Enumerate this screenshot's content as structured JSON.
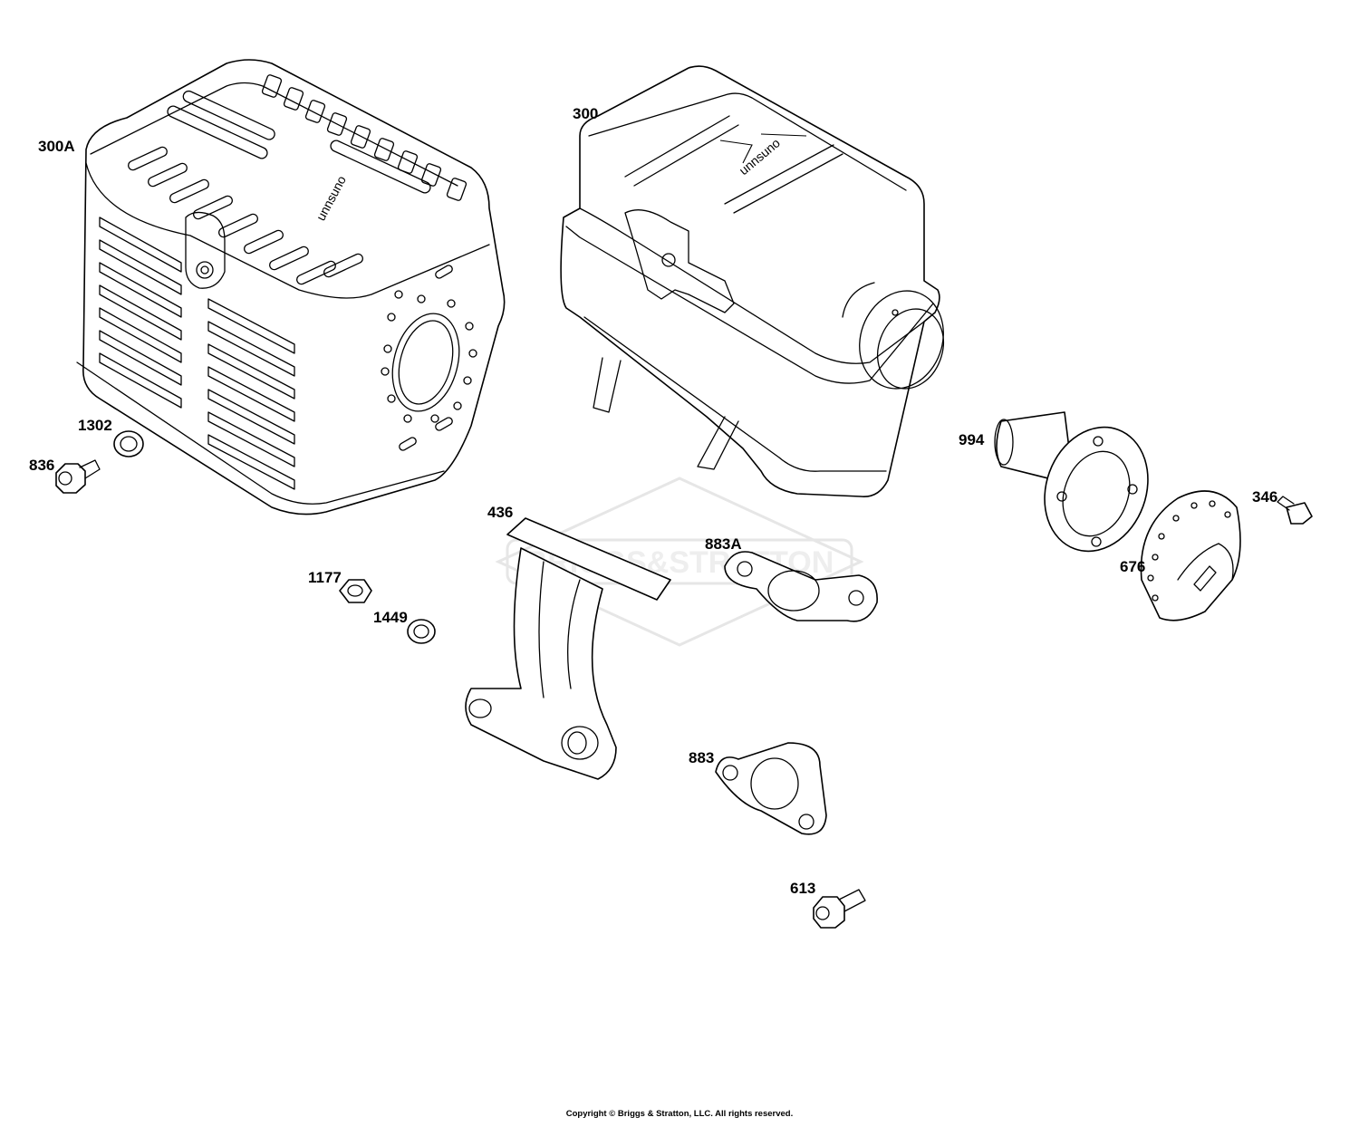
{
  "watermark": {
    "text": "BRIGGS&STRATTON"
  },
  "diagram_logo": {
    "text": "unnsuno"
  },
  "parts": [
    {
      "id": "300A",
      "label": "300A"
    },
    {
      "id": "300",
      "label": "300"
    },
    {
      "id": "1302",
      "label": "1302"
    },
    {
      "id": "836",
      "label": "836"
    },
    {
      "id": "994",
      "label": "994"
    },
    {
      "id": "346",
      "label": "346"
    },
    {
      "id": "436",
      "label": "436"
    },
    {
      "id": "883A",
      "label": "883A"
    },
    {
      "id": "676",
      "label": "676"
    },
    {
      "id": "1177",
      "label": "1177"
    },
    {
      "id": "1449",
      "label": "1449"
    },
    {
      "id": "883",
      "label": "883"
    },
    {
      "id": "613",
      "label": "613"
    }
  ],
  "footer": {
    "copyright": "Copyright © Briggs & Stratton, LLC. All rights reserved."
  }
}
